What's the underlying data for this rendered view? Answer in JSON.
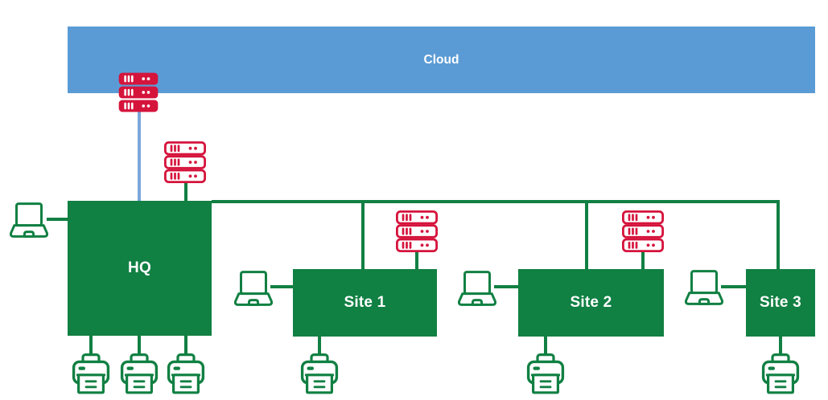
{
  "diagram": {
    "cloud": {
      "label": "Cloud"
    },
    "nodes": [
      {
        "id": "hq",
        "label": "HQ"
      },
      {
        "id": "site1",
        "label": "Site 1"
      },
      {
        "id": "site2",
        "label": "Site 2"
      },
      {
        "id": "site3",
        "label": "Site 3"
      }
    ],
    "icons": {
      "server_rack": {
        "name": "server-rack-icon",
        "count": 4,
        "styles": [
          "filled",
          "outline"
        ]
      },
      "laptop": {
        "name": "laptop-icon",
        "count": 4
      },
      "printer": {
        "name": "printer-icon",
        "count": 6
      }
    },
    "colors": {
      "cloud_blue": "#5B9BD5",
      "connector_blue": "#7CA7DB",
      "green": "#118043",
      "red": "#D5143C",
      "background": "#FFFFFF",
      "label_text": "#FFFFFF"
    }
  }
}
